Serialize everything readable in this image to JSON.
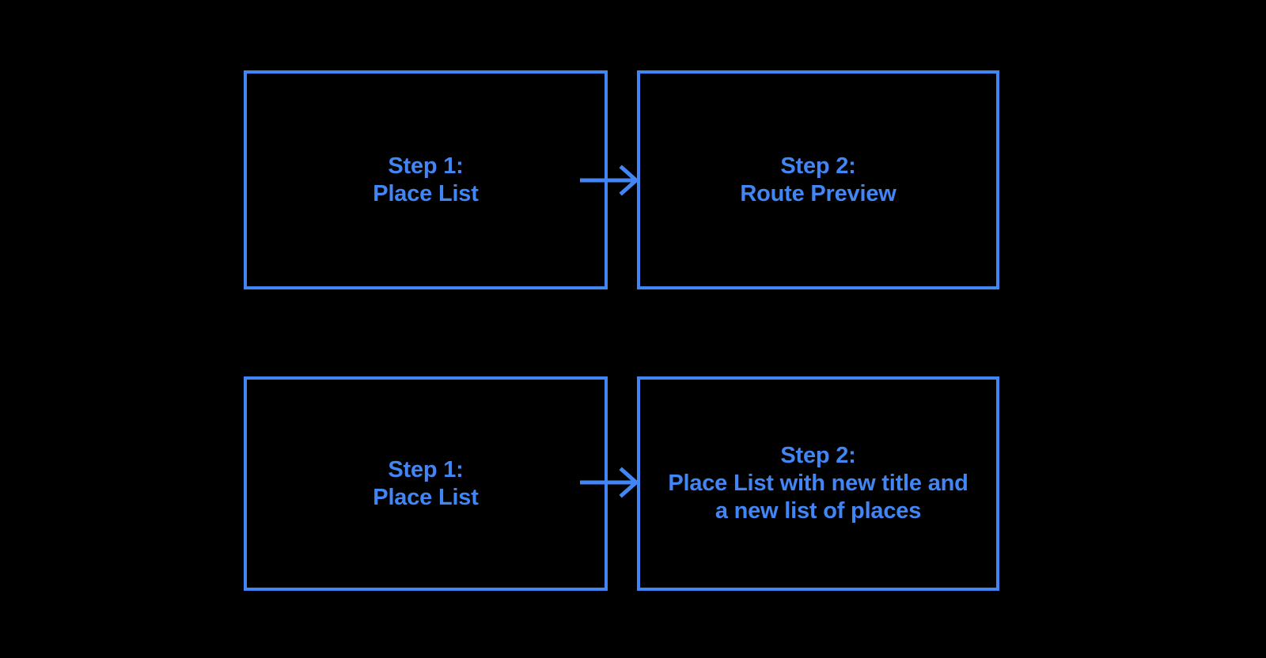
{
  "diagram": {
    "background_color": "#000000",
    "accent_color": "#4285F4",
    "rows": [
      {
        "id": "flow-route-preview",
        "from": {
          "label": "Step 1:\nPlace List",
          "step_number": "Step 1:",
          "step_name": "Place List"
        },
        "connector": {
          "icon": "arrow-right-icon",
          "direction": "right"
        },
        "to": {
          "label": "Step 2:\nRoute Preview",
          "step_number": "Step 2:",
          "step_name": "Route Preview"
        }
      },
      {
        "id": "flow-new-place-list",
        "from": {
          "label": "Step 1:\nPlace List",
          "step_number": "Step 1:",
          "step_name": "Place List"
        },
        "connector": {
          "icon": "arrow-right-icon",
          "direction": "right"
        },
        "to": {
          "label": "Step 2:\nPlace List with new title and\na new list of places",
          "step_number": "Step 2:",
          "step_name": "Place List with new title and a new list of places"
        }
      }
    ]
  }
}
